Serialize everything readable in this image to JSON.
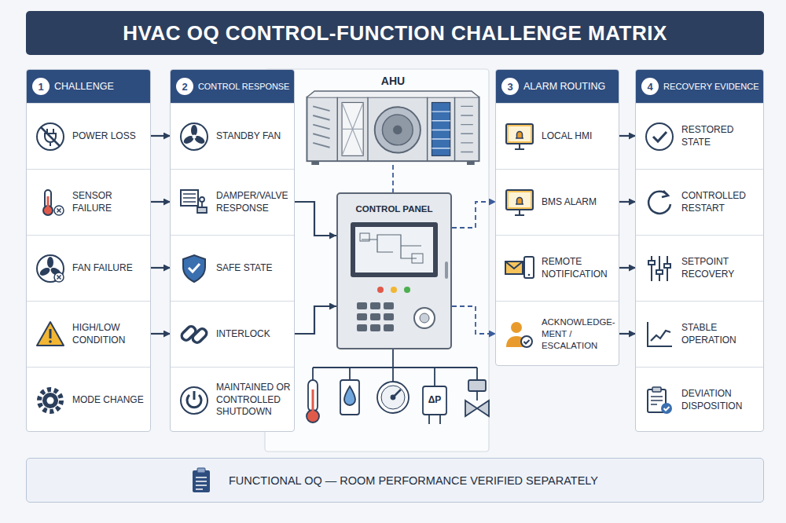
{
  "diagram": {
    "title": "HVAC OQ CONTROL-FUNCTION CHALLENGE MATRIX",
    "nodes": [
      {
        "text": [
          "1",
          "CHALLENGE"
        ]
      },
      {
        "text": [
          "POWER LOSS"
        ],
        "in": 0
      },
      {
        "text": [
          "SENSOR FAILURE"
        ],
        "in": 0
      },
      {
        "text": [
          "FAN FAILURE"
        ],
        "in": 0
      },
      {
        "text": [
          "HIGH/LOW CONDITION"
        ],
        "in": 0
      },
      {
        "text": [
          "MODE CHANGE"
        ],
        "in": 0
      },
      {
        "text": [
          "2",
          "CONTROL RESPONSE"
        ]
      },
      {
        "text": [
          "STANDBY FAN"
        ],
        "in": 6
      },
      {
        "text": [
          "DAMPER/VALVE RESPONSE"
        ],
        "in": 6
      },
      {
        "text": [
          "SAFE STATE"
        ],
        "in": 6
      },
      {
        "text": [
          "INTERLOCK"
        ],
        "in": 6
      },
      {
        "text": [
          "MAINTAINED OR CONTROLLED SHUTDOWN"
        ],
        "in": 6
      },
      {
        "text": [
          "AHU"
        ]
      },
      {
        "text": [
          "CONTROL PANEL"
        ]
      },
      {
        "text": [
          "3",
          "ALARM ROUTING"
        ]
      },
      {
        "text": [
          "LOCAL HMI"
        ],
        "in": 14
      },
      {
        "text": [
          "BMS ALARM"
        ],
        "in": 14
      },
      {
        "text": [
          "REMOTE NOTIFICATION"
        ],
        "in": 14
      },
      {
        "text": [
          "ACKNOWLEDGE- MENT / ESCALATION"
        ],
        "in": 14
      },
      {
        "text": [
          "4",
          "RECOVERY EVIDENCE"
        ]
      },
      {
        "text": [
          "RESTORED STATE"
        ],
        "in": 19
      },
      {
        "text": [
          "CONTROLLED RESTART"
        ],
        "in": 19
      },
      {
        "text": [
          "SETPOINT RECOVERY"
        ],
        "in": 19
      },
      {
        "text": [
          "STABLE OPERATION"
        ],
        "in": 19
      },
      {
        "text": [
          "DEVIATION DISPOSITION"
        ],
        "in": 19
      },
      {
        "text": [
          "FUNCTIONAL OQ — ROOM PERFORMANCE VERIFIED SEPARATELY"
        ]
      }
    ],
    "edges": [
      {
        "from": 1,
        "to": 7,
        "arrow": "to"
      },
      {
        "from": 2,
        "to": 8,
        "arrow": "to"
      },
      {
        "from": 3,
        "to": 9,
        "arrow": "to"
      },
      {
        "from": 4,
        "to": 10,
        "arrow": "to"
      },
      {
        "from": 7,
        "to": 12,
        "arrow": "none"
      },
      {
        "from": 8,
        "to": 13,
        "arrow": "to"
      },
      {
        "from": 9,
        "to": 13,
        "arrow": "to"
      },
      {
        "from": 10,
        "to": 13,
        "arrow": "to"
      },
      {
        "from": 12,
        "to": 13,
        "arrow": "none"
      },
      {
        "from": 12,
        "to": 15,
        "arrow": "none"
      },
      {
        "from": 13,
        "to": 16,
        "arrow": "to"
      },
      {
        "from": 13,
        "to": 17,
        "arrow": "to"
      },
      {
        "from": 13,
        "to": 18,
        "arrow": "to"
      },
      {
        "from": 15,
        "to": 20,
        "arrow": "to"
      },
      {
        "from": 16,
        "to": 21,
        "arrow": "to"
      },
      {
        "from": 17,
        "to": 22,
        "arrow": "to"
      },
      {
        "from": 18,
        "to": 23,
        "arrow": "to"
      }
    ],
    "labels": [
      "ΔP"
    ]
  }
}
